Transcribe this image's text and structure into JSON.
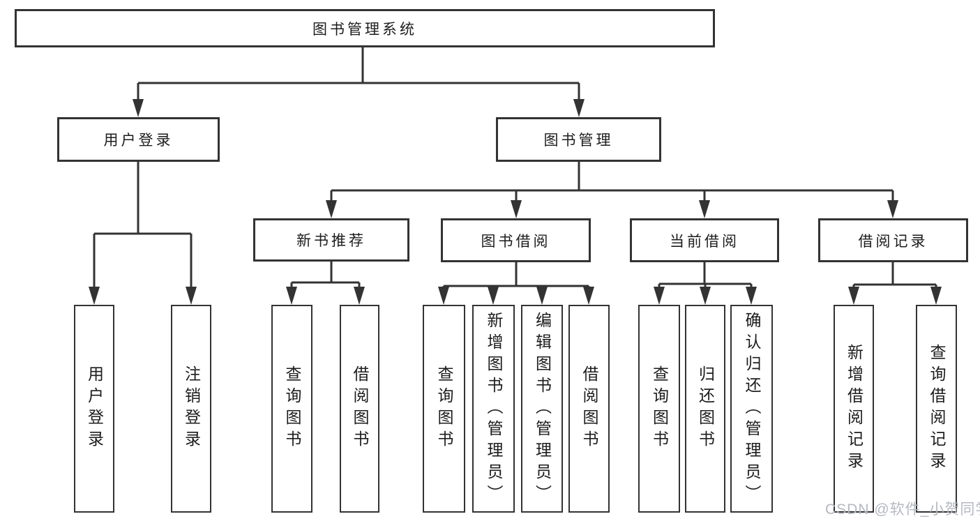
{
  "diagram_type": "hierarchy-tree",
  "tree": {
    "label": "图书管理系统",
    "children": [
      {
        "label": "用户登录",
        "children": [
          {
            "label": "用户登录"
          },
          {
            "label": "注销登录"
          }
        ]
      },
      {
        "label": "图书管理",
        "children": [
          {
            "label": "新书推荐",
            "children": [
              {
                "label": "查询图书"
              },
              {
                "label": "借阅图书"
              }
            ]
          },
          {
            "label": "图书借阅",
            "children": [
              {
                "label": "查询图书"
              },
              {
                "label": "新增图书（管理员）"
              },
              {
                "label": "编辑图书（管理员）"
              },
              {
                "label": "借阅图书"
              }
            ]
          },
          {
            "label": "当前借阅",
            "children": [
              {
                "label": "查询图书"
              },
              {
                "label": "归还图书"
              },
              {
                "label": "确认归还（管理员）"
              }
            ]
          },
          {
            "label": "借阅记录",
            "children": [
              {
                "label": "新增借阅记录"
              },
              {
                "label": "查询借阅记录"
              }
            ]
          }
        ]
      }
    ]
  },
  "colors": {
    "line": "#333333",
    "box_border": "#333333",
    "box_background": "#ffffff",
    "text": "#1c1c1c",
    "watermark": "#b4b9c1"
  },
  "watermark": {
    "text": "CSDN @软件_小贺同学"
  }
}
